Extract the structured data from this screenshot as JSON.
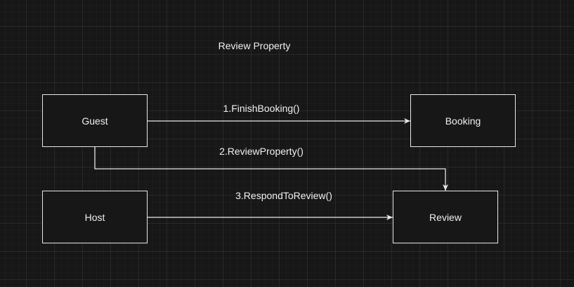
{
  "diagram": {
    "title": "Review Property",
    "nodes": {
      "guest": "Guest",
      "booking": "Booking",
      "host": "Host",
      "review": "Review"
    },
    "messages": [
      {
        "label": "1.FinishBooking()",
        "from": "Guest",
        "to": "Booking"
      },
      {
        "label": "2.ReviewProperty()",
        "from": "Guest",
        "to": "Review"
      },
      {
        "label": "3.RespondToReview()",
        "from": "Host",
        "to": "Review"
      }
    ],
    "colors": {
      "background": "#171717",
      "stroke": "#e8e8e8",
      "text": "#f0f0f0"
    }
  }
}
